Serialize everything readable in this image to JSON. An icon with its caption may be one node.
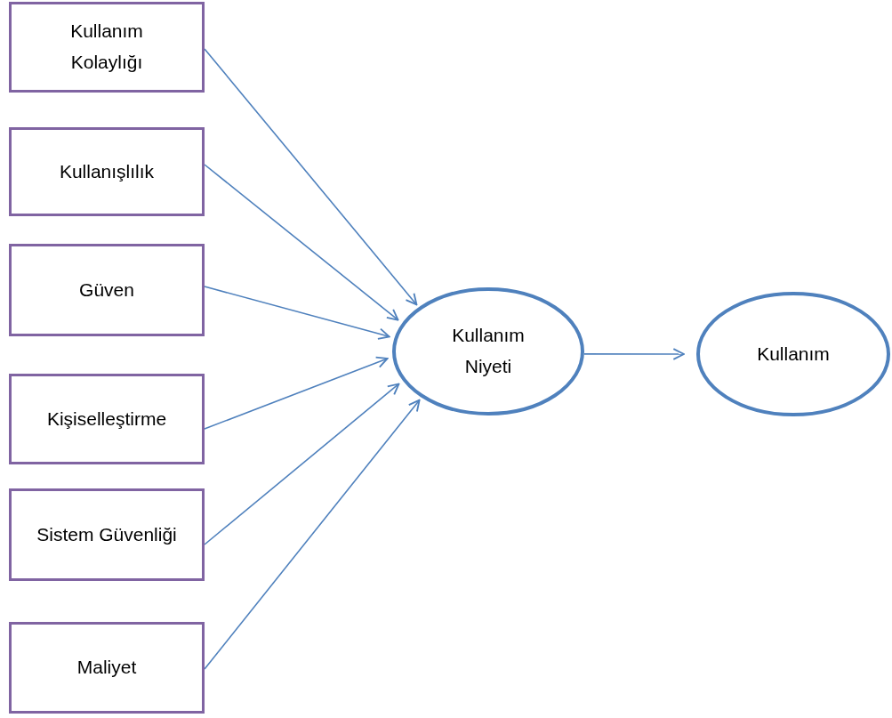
{
  "diagram": {
    "nodes": [
      {
        "text": [
          "Kullanım Kolaylığı"
        ]
      },
      {
        "text": [
          "Kullanışlılık"
        ]
      },
      {
        "text": [
          "Güven"
        ]
      },
      {
        "text": [
          "Kişiselleştirme"
        ]
      },
      {
        "text": [
          "Sistem Güvenliği"
        ]
      },
      {
        "text": [
          "Maliyet"
        ]
      },
      {
        "text": [
          "Kullanım Niyeti"
        ]
      },
      {
        "text": [
          "Kullanım"
        ]
      }
    ],
    "edges": [
      {
        "from": 0,
        "to": 6,
        "arrow": "to"
      },
      {
        "from": 1,
        "to": 6,
        "arrow": "to"
      },
      {
        "from": 2,
        "to": 6,
        "arrow": "to"
      },
      {
        "from": 3,
        "to": 6,
        "arrow": "to"
      },
      {
        "from": 4,
        "to": 6,
        "arrow": "to"
      },
      {
        "from": 5,
        "to": 6,
        "arrow": "to"
      },
      {
        "from": 6,
        "to": 7,
        "arrow": "to"
      }
    ]
  }
}
